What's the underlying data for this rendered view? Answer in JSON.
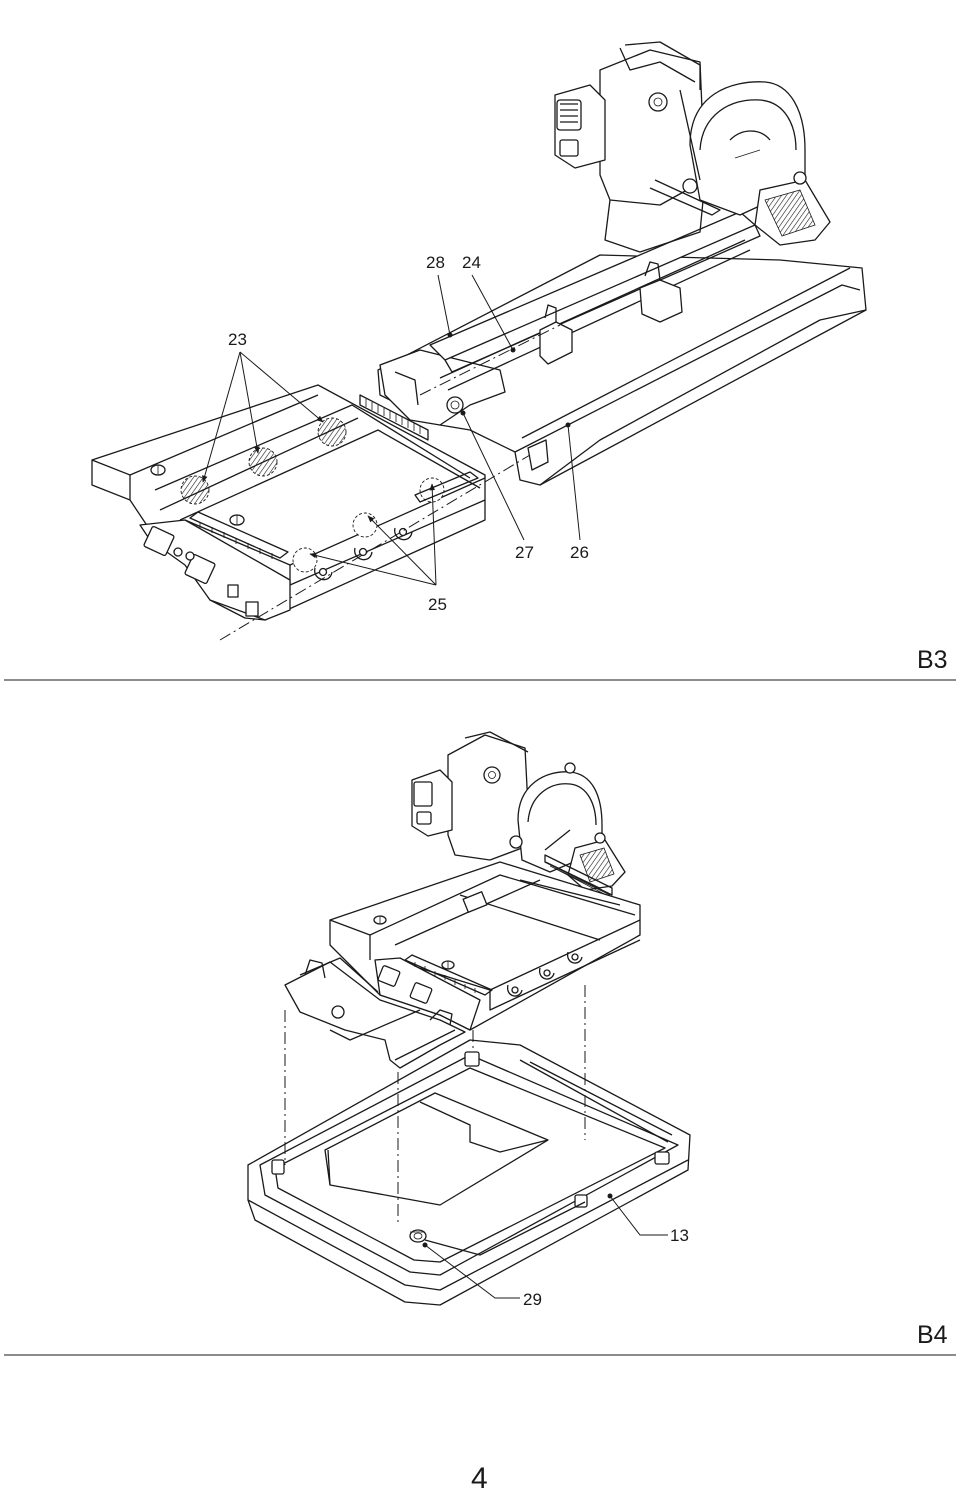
{
  "figures": [
    {
      "id": "B3",
      "label": "B3",
      "callouts": [
        "28",
        "24",
        "23",
        "27",
        "26",
        "25"
      ]
    },
    {
      "id": "B4",
      "label": "B4",
      "callouts": [
        "13",
        "29"
      ]
    }
  ],
  "page_number": "4"
}
